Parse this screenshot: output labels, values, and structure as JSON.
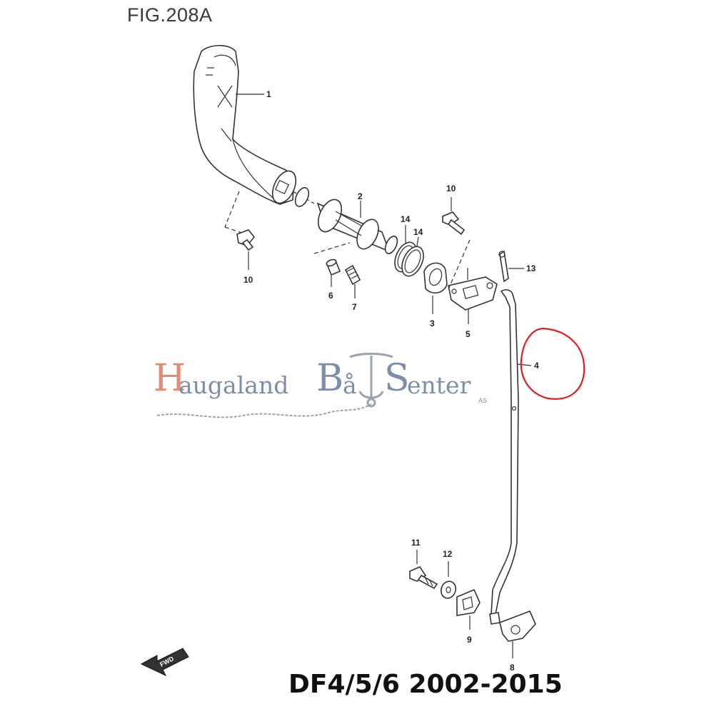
{
  "figure": {
    "title": "FIG.208A"
  },
  "model": {
    "text": "DF4/5/6 2002-2015"
  },
  "watermark": {
    "h": "H",
    "augaland": "augaland",
    "b": "B",
    "aa": "å",
    "s": "S",
    "enter": "enter",
    "as": "AS",
    "colors": {
      "h": "#e58a73",
      "text": "#7d8fa8",
      "chain": "#9aa3ae"
    }
  },
  "callouts": [
    {
      "id": "1",
      "label": "1"
    },
    {
      "id": "2",
      "label": "2"
    },
    {
      "id": "3",
      "label": "3"
    },
    {
      "id": "4",
      "label": "4"
    },
    {
      "id": "5",
      "label": "5"
    },
    {
      "id": "6",
      "label": "6"
    },
    {
      "id": "7",
      "label": "7"
    },
    {
      "id": "8",
      "label": "8"
    },
    {
      "id": "9",
      "label": "9"
    },
    {
      "id": "10a",
      "label": "10"
    },
    {
      "id": "10b",
      "label": "10"
    },
    {
      "id": "11",
      "label": "11"
    },
    {
      "id": "12",
      "label": "12"
    },
    {
      "id": "13",
      "label": "13"
    },
    {
      "id": "14a",
      "label": "14"
    },
    {
      "id": "14b",
      "label": "14"
    }
  ],
  "fwd_arrow": {
    "label": "FWD"
  },
  "highlight": {
    "part": "4",
    "color": "#e02020"
  }
}
